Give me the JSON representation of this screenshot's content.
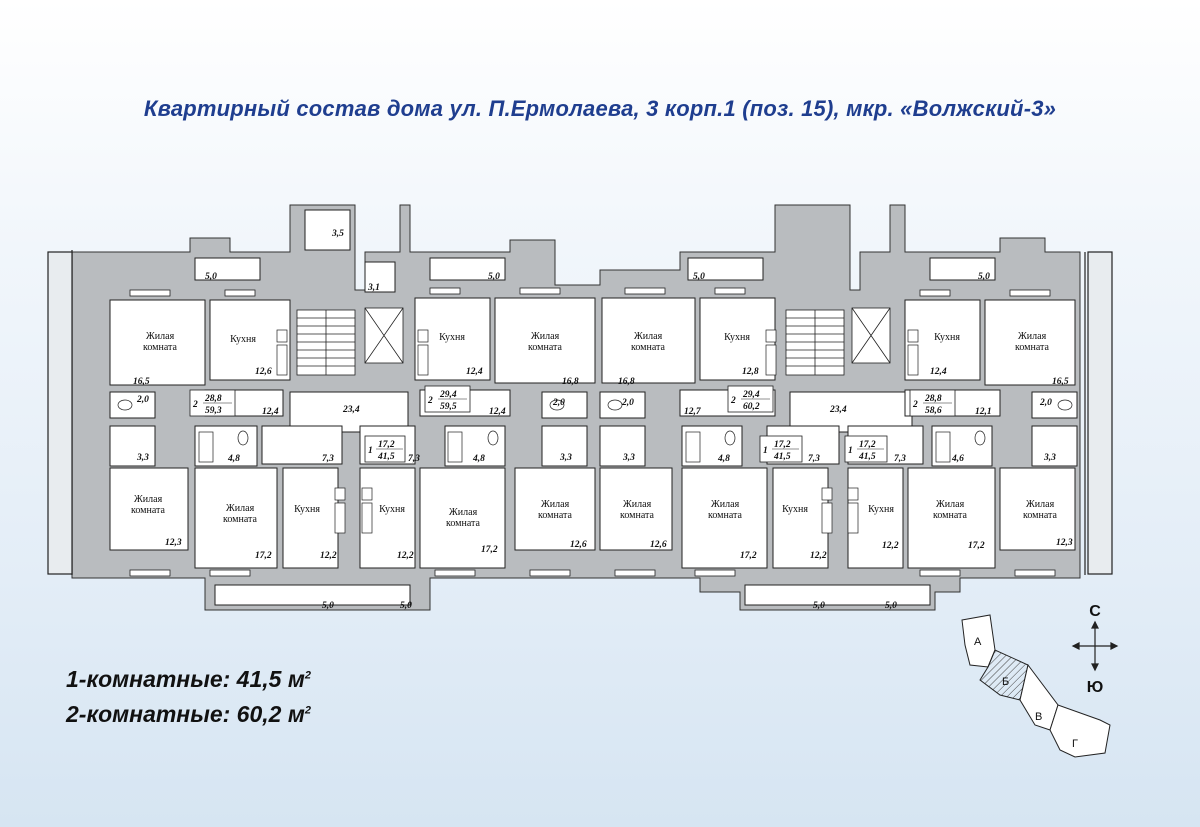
{
  "title": "Квартирный состав дома ул. П.Ермолаева, 3 корп.1 (поз. 15), мкр. «Волжский-3»",
  "room_names": {
    "living": [
      "Жилая",
      "комната"
    ],
    "kitchen": "Кухня"
  },
  "rooms": [
    {
      "type": "living",
      "area": "16,5"
    },
    {
      "type": "kitchen",
      "area": "12,6"
    },
    {
      "type": "kitchen",
      "area": "12,4"
    },
    {
      "type": "living",
      "area": "16,8"
    },
    {
      "type": "living",
      "area": "16,8"
    },
    {
      "type": "kitchen",
      "area": "12,8"
    },
    {
      "type": "kitchen",
      "area": "12,4"
    },
    {
      "type": "living",
      "area": "16,5"
    },
    {
      "type": "living",
      "area": "12,3"
    },
    {
      "type": "living",
      "area": "17,2"
    },
    {
      "type": "kitchen",
      "area": "12,2"
    },
    {
      "type": "kitchen",
      "area": "12,2"
    },
    {
      "type": "living",
      "area": "17,2"
    },
    {
      "type": "living",
      "area": "12,6"
    },
    {
      "type": "living",
      "area": "12,6"
    },
    {
      "type": "living",
      "area": "17,2"
    },
    {
      "type": "kitchen",
      "area": "12,2"
    },
    {
      "type": "kitchen",
      "area": "12,2"
    },
    {
      "type": "living",
      "area": "17,2"
    },
    {
      "type": "living",
      "area": "12,3"
    }
  ],
  "small_areas": [
    "3,5",
    "3,1",
    "5,0",
    "5,0",
    "5,0",
    "5,0",
    "2,0",
    "2,0",
    "2,0",
    "2,0",
    "3,3",
    "3,3",
    "3,3",
    "3,3",
    "4,8",
    "4,8",
    "4,8",
    "4,6",
    "7,3",
    "7,3",
    "7,3",
    "7,3",
    "12,4",
    "12,4",
    "12,7",
    "12,1",
    "23,4",
    "23,4",
    "5,0",
    "5,0",
    "5,0",
    "5,0"
  ],
  "apartments": [
    {
      "rooms": "2",
      "top": "28,8",
      "bottom": "59,3"
    },
    {
      "rooms": "2",
      "top": "29,4",
      "bottom": "59,5"
    },
    {
      "rooms": "2",
      "top": "29,4",
      "bottom": "60,2"
    },
    {
      "rooms": "2",
      "top": "28,8",
      "bottom": "58,6"
    },
    {
      "rooms": "1",
      "top": "17,2",
      "bottom": "41,5"
    },
    {
      "rooms": "1",
      "top": "17,2",
      "bottom": "41,5"
    },
    {
      "rooms": "1",
      "top": "17,2",
      "bottom": "41,5"
    },
    {
      "rooms": "1",
      "top": "17,2",
      "bottom": "41,5"
    }
  ],
  "summary": {
    "one_room": "1-комнатные: 41,5 м",
    "two_room": "2-комнатные: 60,2 м",
    "superscript": "2"
  },
  "compass": {
    "north": "С",
    "south": "Ю"
  },
  "site_sections": [
    "А",
    "Б",
    "В",
    "Г"
  ],
  "colors": {
    "title": "#1f3e8f",
    "wall": "#b9bcbf",
    "room": "#ffffff",
    "line": "#222222"
  }
}
